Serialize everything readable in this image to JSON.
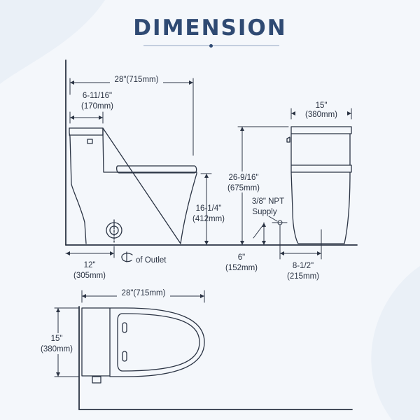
{
  "title": "DIMENSION",
  "side_view": {
    "total_length": "28\"(715mm)",
    "tank_depth_in": "6-11/16\"",
    "tank_depth_mm": "(170mm)",
    "seat_height_in": "16-1/4\"",
    "seat_height_mm": "(412mm)",
    "rough_in_in": "12\"",
    "rough_in_mm": "(305mm)",
    "outlet_label": "of Outlet"
  },
  "front_view": {
    "width_in": "15\"",
    "width_mm": "(380mm)",
    "height_in": "26-9/16\"",
    "height_mm": "(675mm)",
    "supply_line1": "3/8\" NPT",
    "supply_line2": "Supply",
    "supply_height_in": "6\"",
    "supply_height_mm": "(152mm)",
    "supply_offset_in": "8-1/2\"",
    "supply_offset_mm": "(215mm)"
  },
  "top_view": {
    "length": "28\"(715mm)",
    "width_in": "15\"",
    "width_mm": "(380mm)"
  },
  "colors": {
    "line": "#2b3444",
    "title": "#2f4a73",
    "background": "#f4f7fb"
  }
}
